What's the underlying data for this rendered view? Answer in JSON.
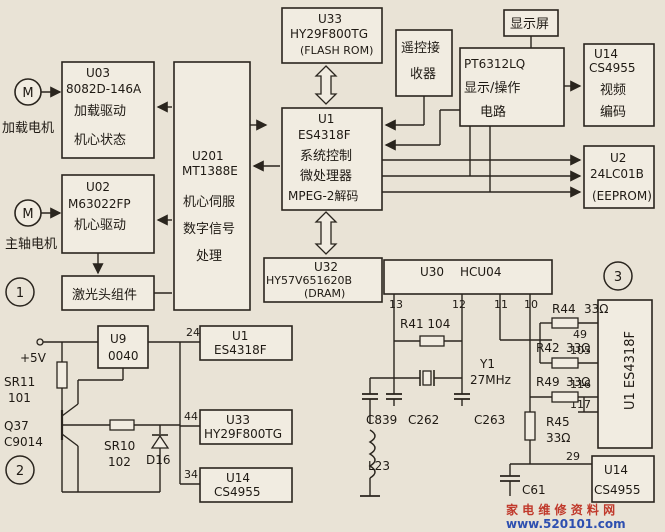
{
  "motors": {
    "loading_motor_symbol": "M",
    "loading_motor_label": "加载电机",
    "spindle_motor_symbol": "M",
    "spindle_motor_label": "主轴电机"
  },
  "blocks": {
    "u03": {
      "ref": "U03",
      "part": "8082D-146A",
      "line1": "加载驱动",
      "line2": "机心状态"
    },
    "u02": {
      "ref": "U02",
      "part": "M63022FP",
      "line1": "机心驱动"
    },
    "laser": {
      "line1": "激光头组件"
    },
    "u201": {
      "ref": "U201",
      "part": "MT1388E",
      "line1": "机心伺服",
      "line2": "数字信号",
      "line3": "处理"
    },
    "u33_top": {
      "ref": "U33",
      "part": "HY29F800TG",
      "line1": "(FLASH ROM)"
    },
    "u1_main": {
      "ref": "U1",
      "part": "ES4318F",
      "line1": "系统控制",
      "line2": "微处理器",
      "line3": "MPEG-2解码"
    },
    "u32": {
      "ref": "U32",
      "part": "HY57V651620B",
      "line1": "(DRAM)"
    },
    "remote": {
      "line1": "遥控接",
      "line2": "收器"
    },
    "display": {
      "line1": "显示屏"
    },
    "pt6312": {
      "part": "PT6312LQ",
      "line1": "显示/操作",
      "line2": "电路"
    },
    "u14_top": {
      "ref": "U14",
      "part": "CS4955",
      "line1": "视频",
      "line2": "编码"
    },
    "u2": {
      "ref": "U2",
      "part": "24LC01B",
      "line1": "(EEPROM)"
    },
    "u30": {
      "ref": "U30",
      "part": "HCU04",
      "pin13": "13",
      "pin12": "12",
      "pin11": "11",
      "pin10": "10"
    },
    "u9": {
      "ref": "U9",
      "part": "0040"
    },
    "u1_pwr": {
      "ref": "U1",
      "part": "ES4318F",
      "pin": "24"
    },
    "u33_pwr": {
      "ref": "U33",
      "part": "HY29F800TG",
      "pin": "44"
    },
    "u14_pwr": {
      "ref": "U14",
      "part": "CS4955",
      "pin": "34"
    },
    "u1_side": {
      "label": "U1 ES4318F",
      "pin49": "49",
      "pin105": "105",
      "pin116": "116",
      "pin117": "117"
    },
    "u14_bottom": {
      "ref": "U14",
      "part": "CS4955",
      "pin": "29"
    }
  },
  "components": {
    "supply": "+5V",
    "sr11": "SR11",
    "sr11_val": "101",
    "q37": "Q37",
    "q37_part": "C9014",
    "sr10": "SR10",
    "sr10_val": "102",
    "d16": "D16",
    "r41": "R41 104",
    "y1": "Y1",
    "y1_val": "27MHz",
    "c839": "C839",
    "c262": "C262",
    "c263": "C263",
    "l23": "L23",
    "r44": "R44",
    "r44_val": "33Ω",
    "r42": "R42",
    "r42_val": "33Ω",
    "r49": "R49",
    "r49_val": "33Ω",
    "r45": "R45",
    "r45_val": "33Ω",
    "c61": "C61"
  },
  "section_markers": {
    "m1": "1",
    "m2": "2",
    "m3": "3"
  },
  "watermark": {
    "line1": "家 电 维 修 资 料 网",
    "line2": "www.520101.com"
  }
}
